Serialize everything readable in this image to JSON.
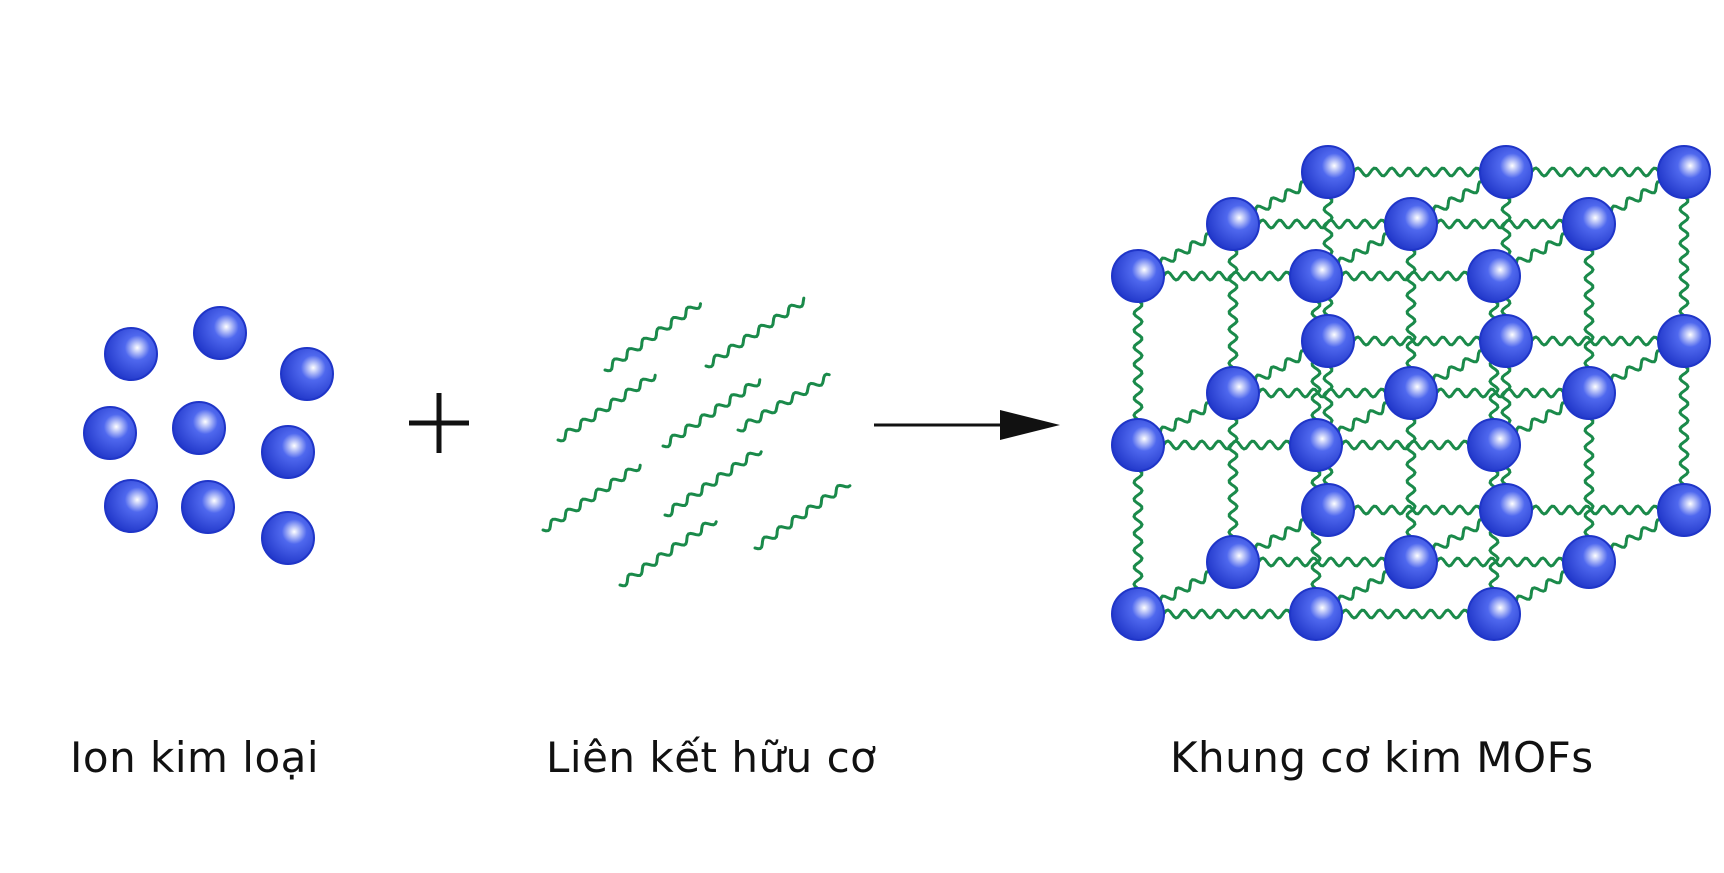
{
  "labels": {
    "metal_ions": "Ion kim loại",
    "organic_linkers": "Liên kết hữu cơ",
    "mof_framework": "Khung cơ kim MOFs"
  },
  "colors": {
    "sphere_dark": "#1f35c8",
    "sphere_mid": "#4f68ee",
    "sphere_light": "#ffffff",
    "linker": "#1a8a4a",
    "symbol": "#111111"
  },
  "symbols": {
    "plus": "plus-sign",
    "arrow": "reaction-arrow"
  }
}
